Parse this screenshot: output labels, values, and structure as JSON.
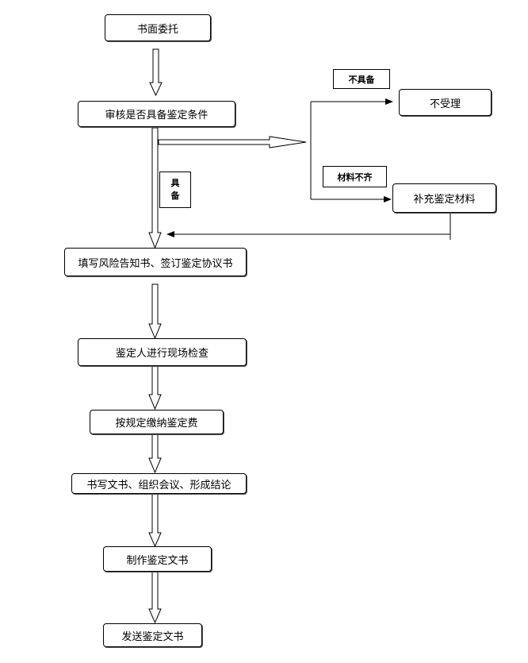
{
  "nodes": {
    "entrust": "书面委托",
    "review": "审核是否具备鉴定条件",
    "reject": "不受理",
    "supplement": "补充鉴定材料",
    "agreement": "填写风险告知书、签订鉴定协议书",
    "inspection": "鉴定人进行现场检查",
    "fee": "按规定缴纳鉴定费",
    "write": "书写文书、组织会议、形成结论",
    "produce": "制作鉴定文书",
    "send": "发送鉴定文书"
  },
  "labels": {
    "not_qualified": "不具备",
    "materials_incomplete": "材料不齐",
    "qualified_1": "具",
    "qualified_2": "备"
  }
}
